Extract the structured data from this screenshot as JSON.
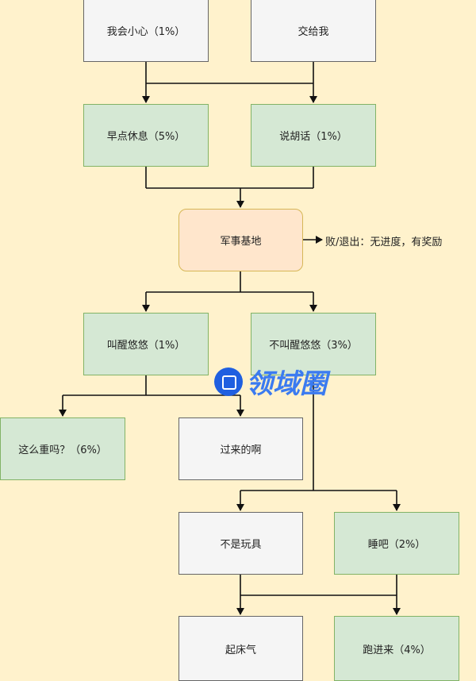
{
  "nodes": {
    "n1": "我会小心（1%）",
    "n2": "交给我",
    "n3": "早点休息（5%）",
    "n4": "说胡话（1%）",
    "n5": "军事基地",
    "n6": "叫醒悠悠（1%）",
    "n7": "不叫醒悠悠（3%）",
    "n8": "这么重吗？（6%）",
    "n9": "过来的啊",
    "n10": "不是玩具",
    "n11": "睡吧（2%）",
    "n12": "起床气",
    "n13": "跑进来（4%）"
  },
  "side_label": "败/退出：无进度，有奖励",
  "watermark": "领域圈",
  "colors": {
    "background": "#fff2cc",
    "green": "#d5e8d4",
    "grey": "#f5f5f5",
    "base": "#ffe6cc"
  }
}
